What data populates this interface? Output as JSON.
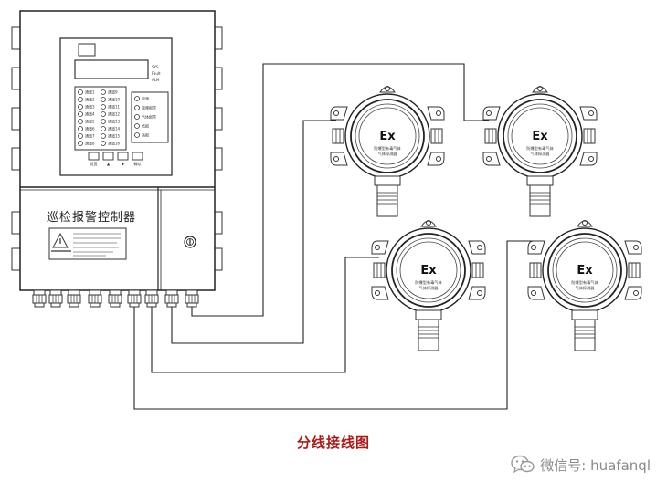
{
  "controller": {
    "title": "巡检报警控制器",
    "channels_left": [
      "通道1",
      "通道2",
      "通道3",
      "通道4",
      "通道5",
      "通道6",
      "通道7",
      "通道8"
    ],
    "channels_right": [
      "通道9",
      "通道10",
      "通道11",
      "通道12",
      "通道13",
      "通道14",
      "通道15",
      "通道16"
    ],
    "status_labels": [
      "电源",
      "故障报警",
      "气体报警",
      "低报",
      "高报"
    ],
    "indicator_labels": [
      "SYS",
      "Fault",
      "ALM"
    ],
    "button_labels": [
      "设置",
      "▲",
      "▼",
      "确认"
    ]
  },
  "detectors": [
    {
      "mark": "Ex",
      "label_line1": "防爆型有毒气体",
      "label_line2": "气体探测器"
    },
    {
      "mark": "Ex",
      "label_line1": "防爆型有毒气体",
      "label_line2": "气体探测器"
    },
    {
      "mark": "Ex",
      "label_line1": "防爆型有毒气体",
      "label_line2": "气体探测器"
    },
    {
      "mark": "Ex",
      "label_line1": "防爆型有毒气体",
      "label_line2": "气体探测器"
    }
  ],
  "caption": "分线接线图",
  "watermark": {
    "text": "微信号: huafanql",
    "icon": "wechat-icon"
  }
}
